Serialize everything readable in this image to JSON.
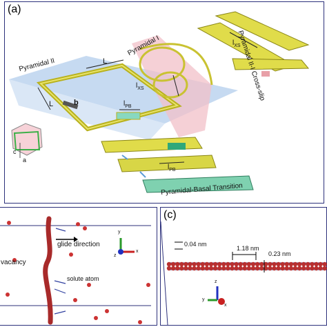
{
  "panel_a": {
    "label": "(a)",
    "pyramidal_ii": "Pyramidal II",
    "pyramidal_i": "Pyramidal I",
    "cross_slip": "Pyramidal II-I Cross-slip",
    "basal_transition": "Pyramidal-Basal Transition",
    "L_top": "L",
    "L_left": "L",
    "b": "b",
    "lxs_main": "l",
    "lxs_main_sub": "XS",
    "lxs_right": "l",
    "lxs_right_sub": "XS",
    "lpb_main": "l",
    "lpb_main_sub": "PB",
    "lpb_lower": "l",
    "lpb_lower_sub": "PB",
    "hex_c": "c",
    "hex_a": "a"
  },
  "panel_b": {
    "vacancy": "vacancy",
    "glide": "glide direction",
    "solute": "solute atom",
    "axis_y": "y",
    "axis_z": "z",
    "axis_x": "x"
  },
  "panel_c": {
    "label": "(c)",
    "d1": "0.04 nm",
    "d2": "1.18 nm",
    "d3": "0.23 nm",
    "axis_z": "z",
    "axis_y": "y",
    "axis_x": "x"
  }
}
